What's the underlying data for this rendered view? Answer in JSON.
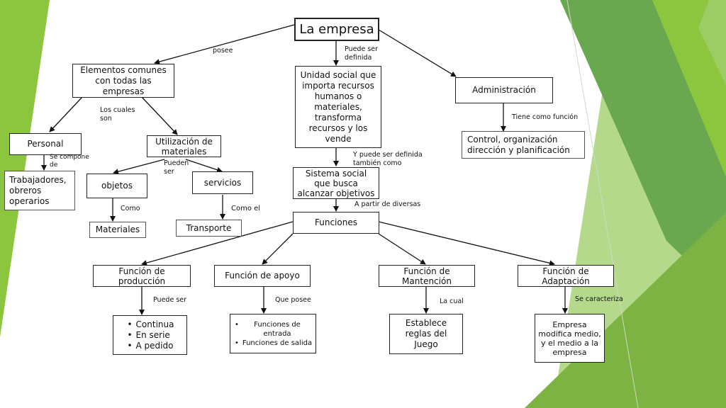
{
  "nodes": {
    "empresa": "La empresa",
    "elementos": "Elementos comunes con todas las empresas",
    "unidad": "Unidad social que importa recursos humanos o materiales, transforma recursos y los vende",
    "administracion": "Administración",
    "control": "Control, organización dirección y planificación",
    "personal": "Personal",
    "trabajadores": "Trabajadores, obreros operarios",
    "utilizacion": "Utilización de materiales",
    "objetos": "objetos",
    "servicios": "servicios",
    "materiales": "Materiales",
    "transporte": "Transporte",
    "sistema": "Sistema social que busca alcanzar objetivos",
    "funciones": "Funciones",
    "f_produccion": "Función de producción",
    "f_apoyo": "Función de apoyo",
    "f_mantencion": "Función de Mantención",
    "f_adaptacion": "Función de Adaptación",
    "produccion_items": [
      "Continua",
      "En serie",
      "A pedido"
    ],
    "apoyo_items": [
      "Funciones de entrada",
      "Funciones de salida"
    ],
    "establece": "Establece reglas del Juego",
    "empresa_modifica": "Empresa modifica medio, y el medio a la empresa"
  },
  "labels": {
    "posee": "posee",
    "puede_ser_definida": "Puede ser definida",
    "tiene_funcion": "Tiene como función",
    "los_cuales_son": "Los cuales son",
    "se_compone_de": "Se compone de",
    "pueden_ser": "Pueden ser",
    "como": "Como",
    "como_el": "Como el",
    "tambien_como": "Y puede ser definida también como",
    "a_partir": "A partir de diversas",
    "puede_ser": "Puede ser",
    "que_posee": "Que posee",
    "la_cual": "La cual",
    "se_caracteriza": "Se caracteriza"
  },
  "colors": {
    "accent_green": "#8cc63f",
    "dark_green": "#5a9e2e",
    "box_border": "#222222"
  }
}
